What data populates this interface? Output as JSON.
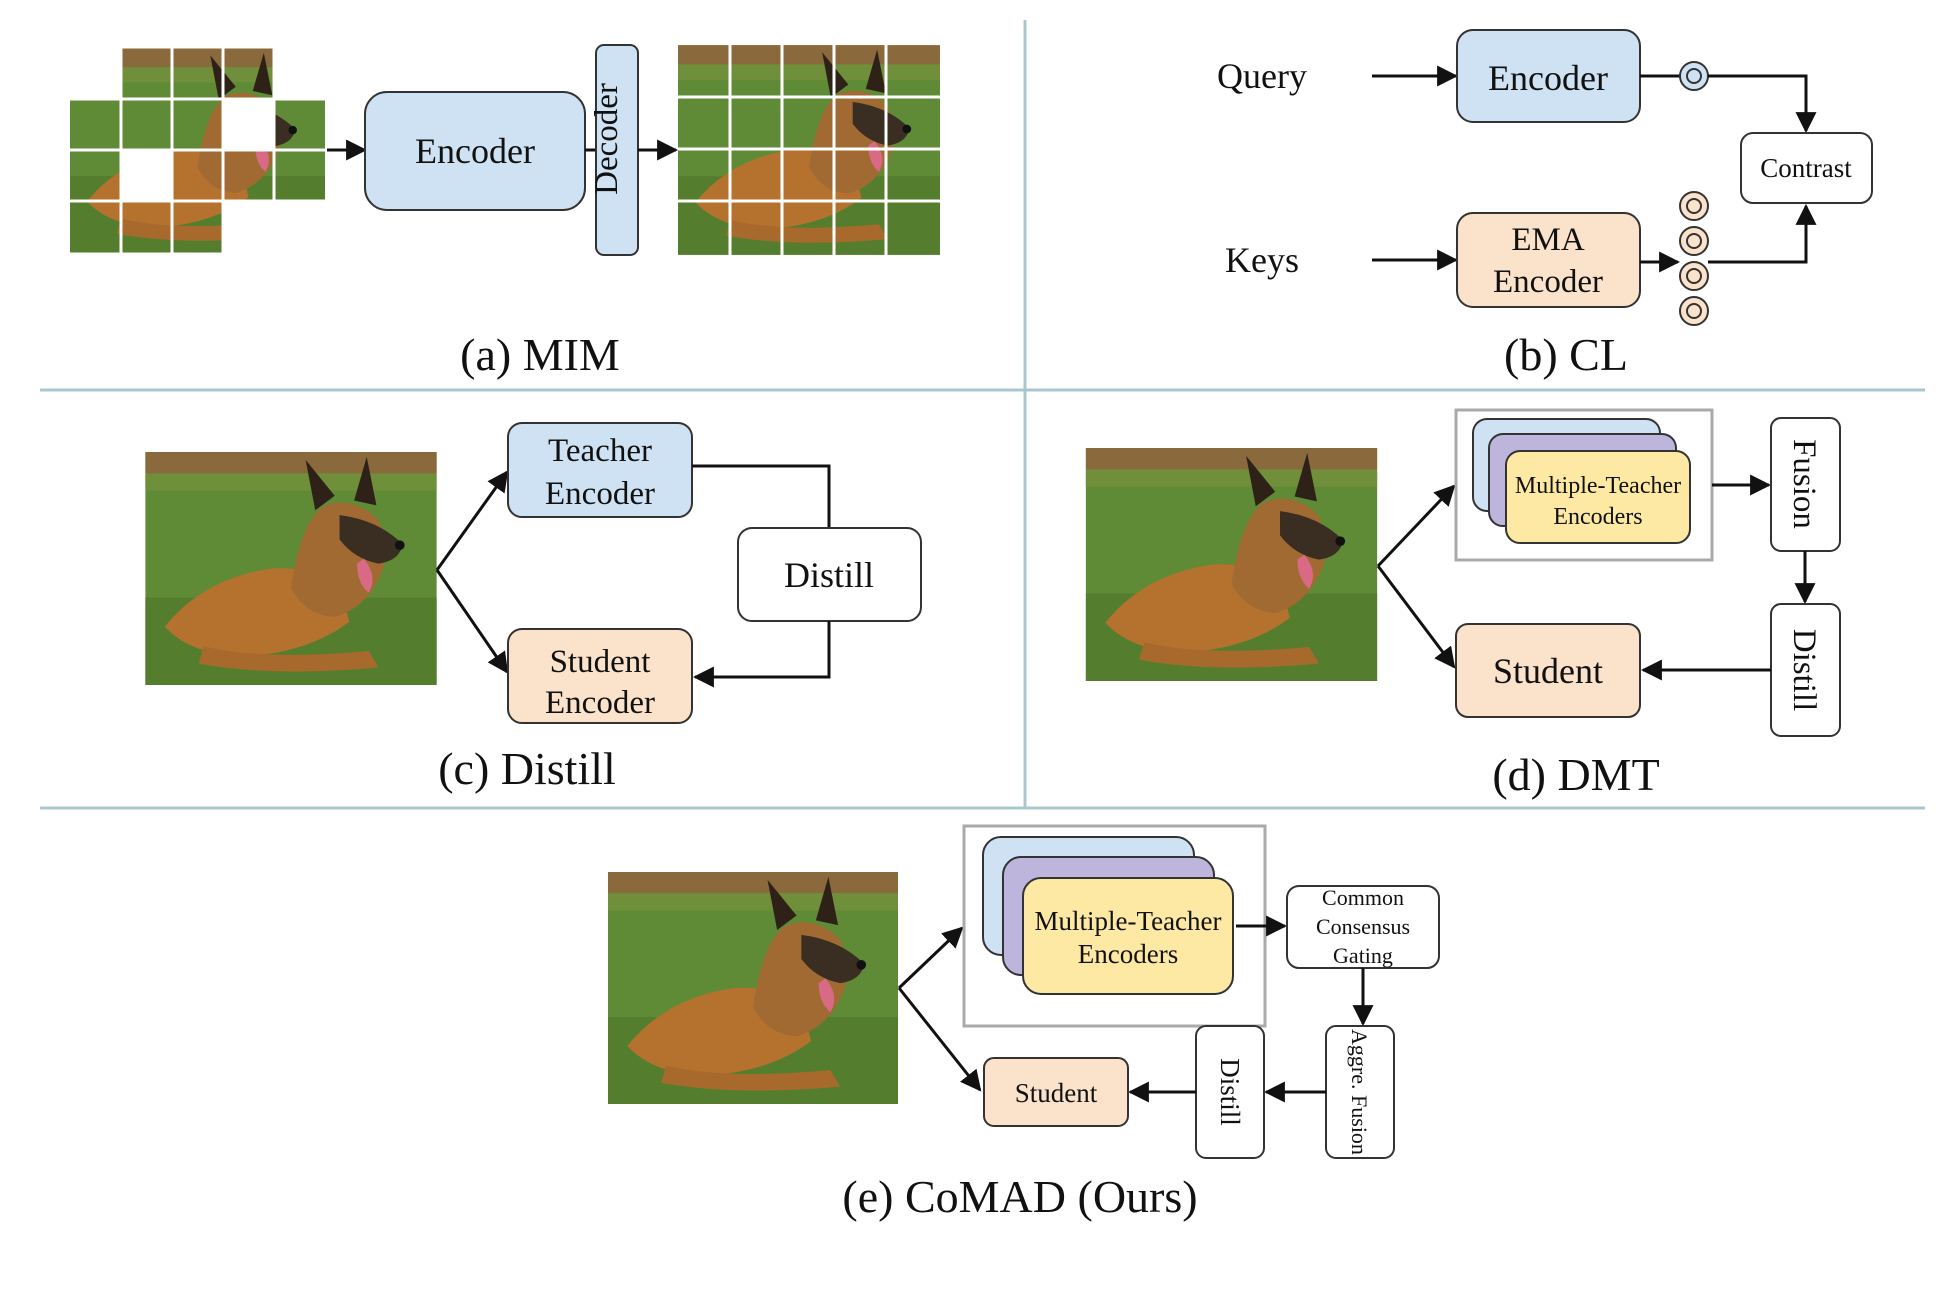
{
  "colors": {
    "divider": "#a9c7cc",
    "blue_fill": "#cfe2f3",
    "peach_fill": "#fbe3cb",
    "purple_fill": "#bdb5dc",
    "yellow_fill": "#fde9a3",
    "white_fill": "#ffffff",
    "stroke": "#333333",
    "gray_frame": "#aaaaaa"
  },
  "panel_a": {
    "caption": "(a) MIM",
    "encoder": "Encoder",
    "decoder": "Decoder"
  },
  "panel_b": {
    "caption": "(b) CL",
    "query": "Query",
    "keys": "Keys",
    "encoder": "Encoder",
    "ema_line1": "EMA",
    "ema_line2": "Encoder",
    "contrast": "Contrast"
  },
  "panel_c": {
    "caption": "(c) Distill",
    "teacher_line1": "Teacher",
    "teacher_line2": "Encoder",
    "student_line1": "Student",
    "student_line2": "Encoder",
    "distill": "Distill"
  },
  "panel_d": {
    "caption": "(d) DMT",
    "mt_line1": "Multiple-Teacher",
    "mt_line2": "Encoders",
    "fusion": "Fusion",
    "distill": "Distill",
    "student": "Student"
  },
  "panel_e": {
    "caption": "(e) CoMAD (Ours)",
    "mt_line1": "Multiple-Teacher",
    "mt_line2": "Encoders",
    "gating_line1": "Common",
    "gating_line2": "Consensus",
    "gating_line3": "Gating",
    "aggre": "Aggre. Fusion",
    "distill": "Distill",
    "student": "Student"
  }
}
